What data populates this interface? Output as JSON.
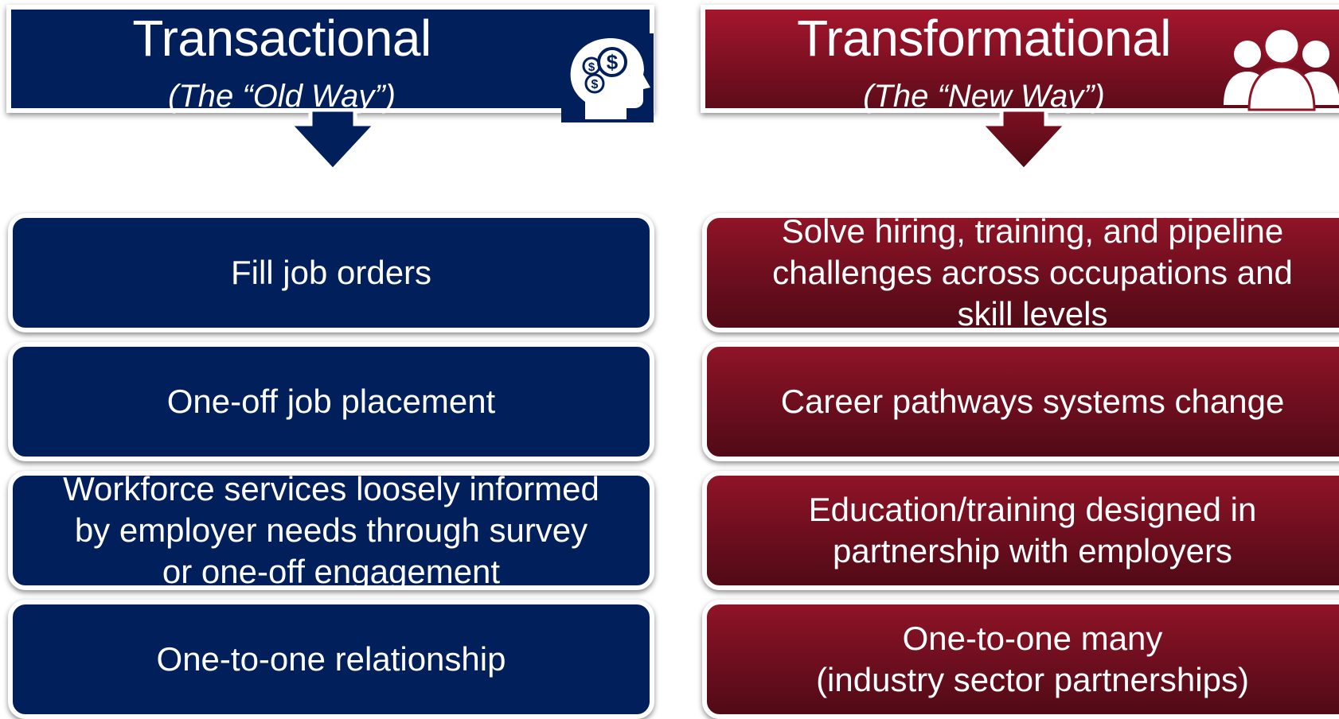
{
  "left": {
    "title": "Transactional",
    "subtitle": "(The “Old Way”)",
    "icon": "head-with-coins-icon",
    "color": "#001f5b",
    "items": [
      {
        "lines": [
          "Fill job orders"
        ]
      },
      {
        "lines": [
          "One-off job placement"
        ]
      },
      {
        "lines": [
          "Workforce services loosely informed",
          "by employer needs through survey",
          "or one-off engagement"
        ]
      },
      {
        "lines": [
          "One-to-one relationship"
        ]
      }
    ]
  },
  "right": {
    "title": "Transformational",
    "subtitle": "(The “New Way”)",
    "icon": "people-group-icon",
    "color": "#8f1426",
    "items": [
      {
        "lines": [
          "Solve hiring, training, and pipeline",
          "challenges across occupations and",
          "skill levels"
        ]
      },
      {
        "lines": [
          "Career pathways systems change"
        ]
      },
      {
        "lines": [
          "Education/training designed in",
          "partnership with employers"
        ]
      },
      {
        "lines": [
          "One-to-one many",
          "(industry sector partnerships)"
        ]
      }
    ]
  }
}
